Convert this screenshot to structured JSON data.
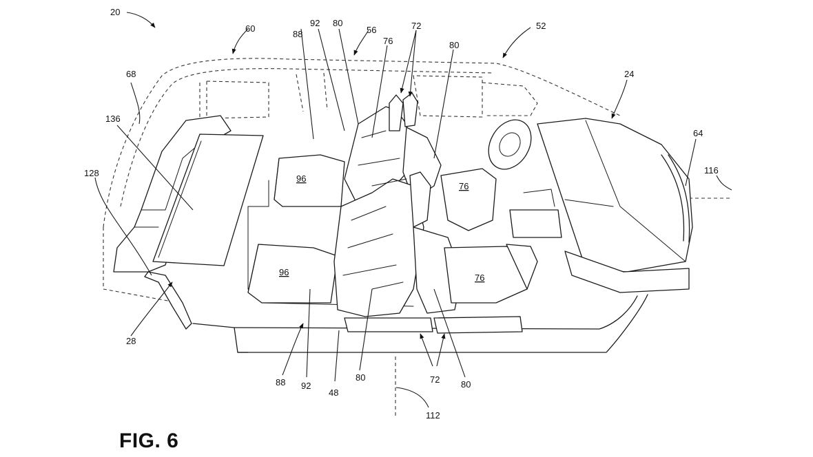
{
  "figure": {
    "label": "FIG. 6"
  },
  "reference_numerals": {
    "n20": "20",
    "n60": "60",
    "n88_top": "88",
    "n92_top": "92",
    "n80_top": "80",
    "n56": "56",
    "n72_top": "72",
    "n76_top": "76",
    "n80_top_right": "80",
    "n52": "52",
    "n24": "24",
    "n68": "68",
    "n136": "136",
    "n64": "64",
    "n116": "116",
    "n128": "128",
    "n96_rear_upper": "96",
    "n76_front_upper": "76",
    "n96_rear_lower": "96",
    "n76_front_lower": "76",
    "n28": "28",
    "n88_bottom": "88",
    "n92_bottom": "92",
    "n48": "48",
    "n80_bottom_left": "80",
    "n72_bottom": "72",
    "n80_bottom_right": "80",
    "n112": "112"
  }
}
